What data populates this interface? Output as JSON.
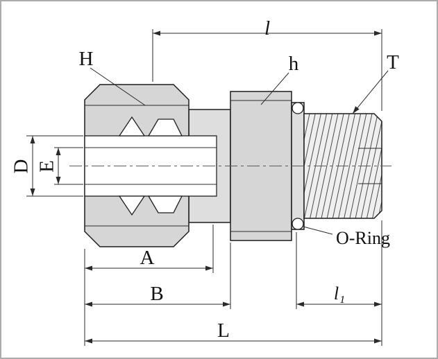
{
  "diagram": {
    "labels": {
      "l": "l",
      "H": "H",
      "h": "h",
      "T": "T",
      "D": "D",
      "E": "E",
      "o_ring": "O-Ring",
      "A": "A",
      "B": "B",
      "l1": "l₁",
      "L": "L"
    }
  }
}
